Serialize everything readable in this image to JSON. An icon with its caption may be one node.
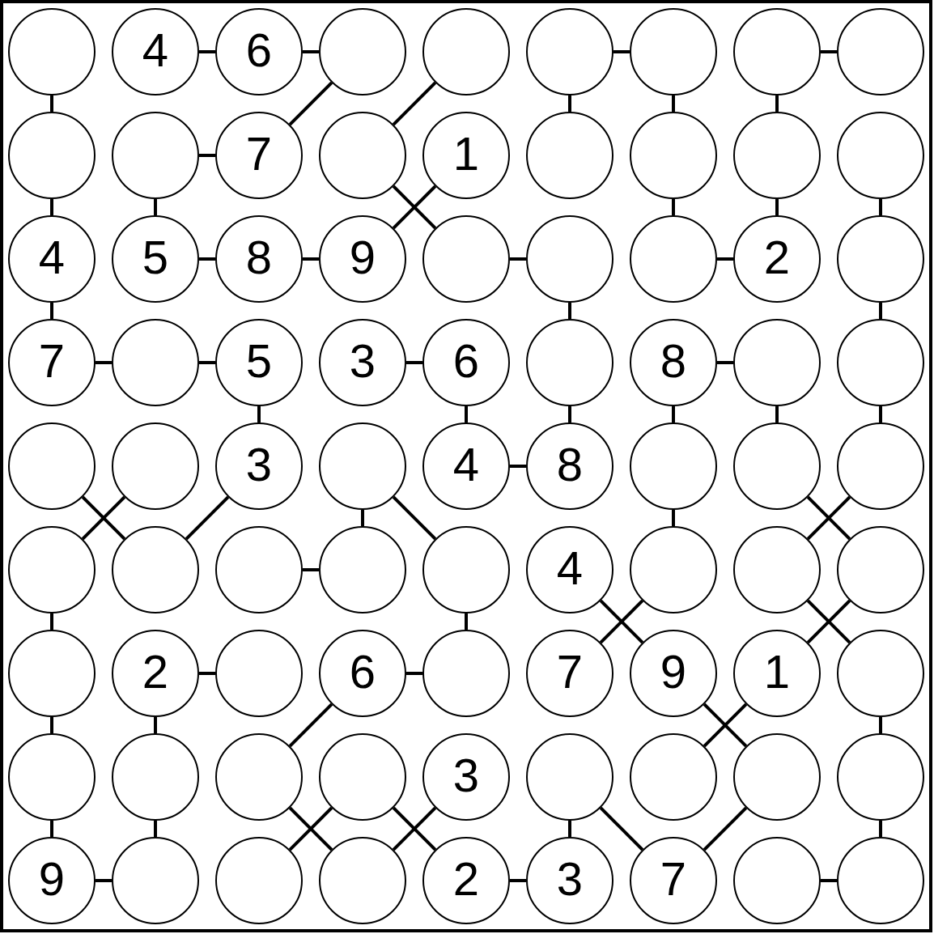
{
  "diagram": {
    "nodes": [
      {
        "text": [],
        "shape": "circle"
      },
      {
        "text": [
          "4"
        ]
      },
      {
        "text": [
          "6"
        ]
      },
      {
        "text": [],
        "shape": "circle"
      },
      {
        "text": [],
        "shape": "circle"
      },
      {
        "text": [],
        "shape": "circle"
      },
      {
        "text": [],
        "shape": "circle"
      },
      {
        "text": [],
        "shape": "circle"
      },
      {
        "text": [],
        "shape": "circle"
      },
      {
        "text": [],
        "shape": "circle"
      },
      {
        "text": [],
        "shape": "circle"
      },
      {
        "text": [
          "7"
        ]
      },
      {
        "text": [],
        "shape": "circle"
      },
      {
        "text": [
          "1"
        ]
      },
      {
        "text": [],
        "shape": "circle"
      },
      {
        "text": [],
        "shape": "circle"
      },
      {
        "text": [],
        "shape": "circle"
      },
      {
        "text": [],
        "shape": "circle"
      },
      {
        "text": [
          "4"
        ]
      },
      {
        "text": [
          "5"
        ]
      },
      {
        "text": [
          "8"
        ]
      },
      {
        "text": [
          "9"
        ]
      },
      {
        "text": [],
        "shape": "circle"
      },
      {
        "text": [],
        "shape": "circle"
      },
      {
        "text": [],
        "shape": "circle"
      },
      {
        "text": [
          "2"
        ]
      },
      {
        "text": [],
        "shape": "circle"
      },
      {
        "text": [
          "7"
        ]
      },
      {
        "text": [],
        "shape": "circle"
      },
      {
        "text": [
          "5"
        ]
      },
      {
        "text": [
          "3"
        ]
      },
      {
        "text": [
          "6"
        ]
      },
      {
        "text": [],
        "shape": "circle"
      },
      {
        "text": [
          "8"
        ]
      },
      {
        "text": [],
        "shape": "circle"
      },
      {
        "text": [],
        "shape": "circle"
      },
      {
        "text": [],
        "shape": "circle"
      },
      {
        "text": [],
        "shape": "circle"
      },
      {
        "text": [
          "3"
        ]
      },
      {
        "text": [],
        "shape": "circle"
      },
      {
        "text": [
          "4"
        ]
      },
      {
        "text": [
          "8"
        ]
      },
      {
        "text": [],
        "shape": "circle"
      },
      {
        "text": [],
        "shape": "circle"
      },
      {
        "text": [],
        "shape": "circle"
      },
      {
        "text": [],
        "shape": "circle"
      },
      {
        "text": [],
        "shape": "circle"
      },
      {
        "text": [],
        "shape": "circle"
      },
      {
        "text": [],
        "shape": "circle"
      },
      {
        "text": [],
        "shape": "circle"
      },
      {
        "text": [
          "4"
        ]
      },
      {
        "text": [],
        "shape": "circle"
      },
      {
        "text": [],
        "shape": "circle"
      },
      {
        "text": [],
        "shape": "circle"
      },
      {
        "text": [],
        "shape": "circle"
      },
      {
        "text": [
          "2"
        ]
      },
      {
        "text": [],
        "shape": "circle"
      },
      {
        "text": [
          "6"
        ]
      },
      {
        "text": [],
        "shape": "circle"
      },
      {
        "text": [
          "7"
        ]
      },
      {
        "text": [
          "9"
        ]
      },
      {
        "text": [
          "1"
        ]
      },
      {
        "text": [],
        "shape": "circle"
      },
      {
        "text": [],
        "shape": "circle"
      },
      {
        "text": [],
        "shape": "circle"
      },
      {
        "text": [],
        "shape": "circle"
      },
      {
        "text": [],
        "shape": "circle"
      },
      {
        "text": [
          "3"
        ]
      },
      {
        "text": [],
        "shape": "circle"
      },
      {
        "text": [],
        "shape": "circle"
      },
      {
        "text": [],
        "shape": "circle"
      },
      {
        "text": [],
        "shape": "circle"
      },
      {
        "text": [
          "9"
        ]
      },
      {
        "text": [],
        "shape": "circle"
      },
      {
        "text": [],
        "shape": "circle"
      },
      {
        "text": [],
        "shape": "circle"
      },
      {
        "text": [
          "2"
        ]
      },
      {
        "text": [
          "3"
        ]
      },
      {
        "text": [
          "7"
        ]
      },
      {
        "text": [],
        "shape": "circle"
      },
      {
        "text": [],
        "shape": "circle"
      }
    ],
    "edges": [
      {
        "from": 1,
        "to": 2,
        "arrow": "none"
      },
      {
        "from": 2,
        "to": 3,
        "arrow": "none"
      },
      {
        "from": 5,
        "to": 6,
        "arrow": "none"
      },
      {
        "from": 7,
        "to": 8,
        "arrow": "none"
      },
      {
        "from": 0,
        "to": 9,
        "arrow": "none"
      },
      {
        "from": 3,
        "to": 11,
        "arrow": "none"
      },
      {
        "from": 4,
        "to": 12,
        "arrow": "none"
      },
      {
        "from": 5,
        "to": 14,
        "arrow": "none"
      },
      {
        "from": 6,
        "to": 15,
        "arrow": "none"
      },
      {
        "from": 7,
        "to": 16,
        "arrow": "none"
      },
      {
        "from": 10,
        "to": 11,
        "arrow": "none"
      },
      {
        "from": 9,
        "to": 18,
        "arrow": "none"
      },
      {
        "from": 10,
        "to": 19,
        "arrow": "none"
      },
      {
        "from": 12,
        "to": 22,
        "arrow": "none"
      },
      {
        "from": 13,
        "to": 21,
        "arrow": "none"
      },
      {
        "from": 15,
        "to": 24,
        "arrow": "none"
      },
      {
        "from": 16,
        "to": 25,
        "arrow": "none"
      },
      {
        "from": 17,
        "to": 26,
        "arrow": "none"
      },
      {
        "from": 19,
        "to": 20,
        "arrow": "none"
      },
      {
        "from": 20,
        "to": 21,
        "arrow": "none"
      },
      {
        "from": 22,
        "to": 23,
        "arrow": "none"
      },
      {
        "from": 24,
        "to": 25,
        "arrow": "none"
      },
      {
        "from": 18,
        "to": 27,
        "arrow": "none"
      },
      {
        "from": 23,
        "to": 32,
        "arrow": "none"
      },
      {
        "from": 26,
        "to": 35,
        "arrow": "none"
      },
      {
        "from": 27,
        "to": 28,
        "arrow": "none"
      },
      {
        "from": 28,
        "to": 29,
        "arrow": "none"
      },
      {
        "from": 30,
        "to": 31,
        "arrow": "none"
      },
      {
        "from": 33,
        "to": 34,
        "arrow": "none"
      },
      {
        "from": 29,
        "to": 38,
        "arrow": "none"
      },
      {
        "from": 31,
        "to": 40,
        "arrow": "none"
      },
      {
        "from": 32,
        "to": 41,
        "arrow": "none"
      },
      {
        "from": 33,
        "to": 42,
        "arrow": "none"
      },
      {
        "from": 34,
        "to": 43,
        "arrow": "none"
      },
      {
        "from": 35,
        "to": 44,
        "arrow": "none"
      },
      {
        "from": 40,
        "to": 41,
        "arrow": "none"
      },
      {
        "from": 36,
        "to": 46,
        "arrow": "none"
      },
      {
        "from": 37,
        "to": 45,
        "arrow": "none"
      },
      {
        "from": 38,
        "to": 46,
        "arrow": "none"
      },
      {
        "from": 39,
        "to": 48,
        "arrow": "none"
      },
      {
        "from": 39,
        "to": 49,
        "arrow": "none"
      },
      {
        "from": 42,
        "to": 51,
        "arrow": "none"
      },
      {
        "from": 43,
        "to": 53,
        "arrow": "none"
      },
      {
        "from": 44,
        "to": 52,
        "arrow": "none"
      },
      {
        "from": 47,
        "to": 48,
        "arrow": "none"
      },
      {
        "from": 45,
        "to": 54,
        "arrow": "none"
      },
      {
        "from": 49,
        "to": 58,
        "arrow": "none"
      },
      {
        "from": 50,
        "to": 60,
        "arrow": "none"
      },
      {
        "from": 51,
        "to": 59,
        "arrow": "none"
      },
      {
        "from": 52,
        "to": 62,
        "arrow": "none"
      },
      {
        "from": 53,
        "to": 61,
        "arrow": "none"
      },
      {
        "from": 55,
        "to": 56,
        "arrow": "none"
      },
      {
        "from": 57,
        "to": 58,
        "arrow": "none"
      },
      {
        "from": 54,
        "to": 63,
        "arrow": "none"
      },
      {
        "from": 55,
        "to": 64,
        "arrow": "none"
      },
      {
        "from": 62,
        "to": 71,
        "arrow": "none"
      },
      {
        "from": 57,
        "to": 65,
        "arrow": "none"
      },
      {
        "from": 60,
        "to": 70,
        "arrow": "none"
      },
      {
        "from": 61,
        "to": 69,
        "arrow": "none"
      },
      {
        "from": 63,
        "to": 72,
        "arrow": "none"
      },
      {
        "from": 64,
        "to": 73,
        "arrow": "none"
      },
      {
        "from": 68,
        "to": 77,
        "arrow": "none"
      },
      {
        "from": 71,
        "to": 80,
        "arrow": "none"
      },
      {
        "from": 65,
        "to": 75,
        "arrow": "none"
      },
      {
        "from": 66,
        "to": 74,
        "arrow": "none"
      },
      {
        "from": 66,
        "to": 76,
        "arrow": "none"
      },
      {
        "from": 67,
        "to": 75,
        "arrow": "none"
      },
      {
        "from": 68,
        "to": 78,
        "arrow": "none"
      },
      {
        "from": 70,
        "to": 78,
        "arrow": "none"
      },
      {
        "from": 72,
        "to": 73,
        "arrow": "none"
      },
      {
        "from": 76,
        "to": 77,
        "arrow": "none"
      },
      {
        "from": 79,
        "to": 80,
        "arrow": "none"
      }
    ]
  }
}
